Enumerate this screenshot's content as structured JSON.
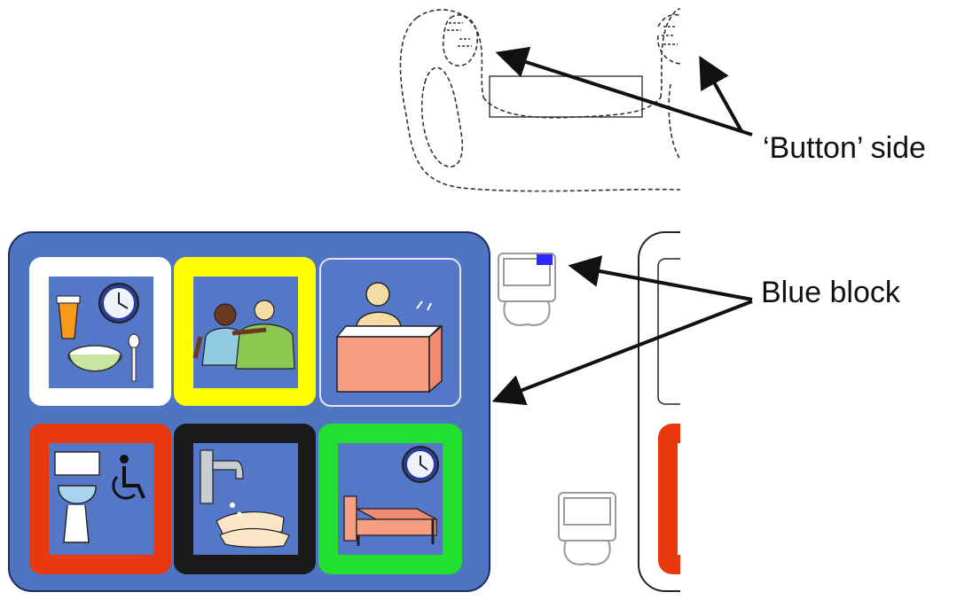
{
  "callouts": {
    "button_side": "‘Button’ side",
    "blue_block": "Blue block"
  },
  "colors": {
    "panel_blue": "#4f74c0",
    "frame_white": "#ffffff",
    "frame_yellow": "#ffff00",
    "frame_red": "#e8380d",
    "frame_black": "#1a1a1a",
    "frame_green": "#22e030",
    "tile_blue": "#5577c8",
    "arrow": "#111111"
  },
  "grid": {
    "rows": 2,
    "cols": 3,
    "tiles": [
      {
        "icon": "food-and-drink-time-icon",
        "frame": "frame_white"
      },
      {
        "icon": "carer-and-person-icon",
        "frame": "frame_yellow"
      },
      {
        "icon": "bath-icon",
        "frame": "none"
      },
      {
        "icon": "toilet-accessible-icon",
        "frame": "frame_red"
      },
      {
        "icon": "wash-hands-icon",
        "frame": "frame_black"
      },
      {
        "icon": "bedtime-icon",
        "frame": "frame_green"
      }
    ]
  }
}
